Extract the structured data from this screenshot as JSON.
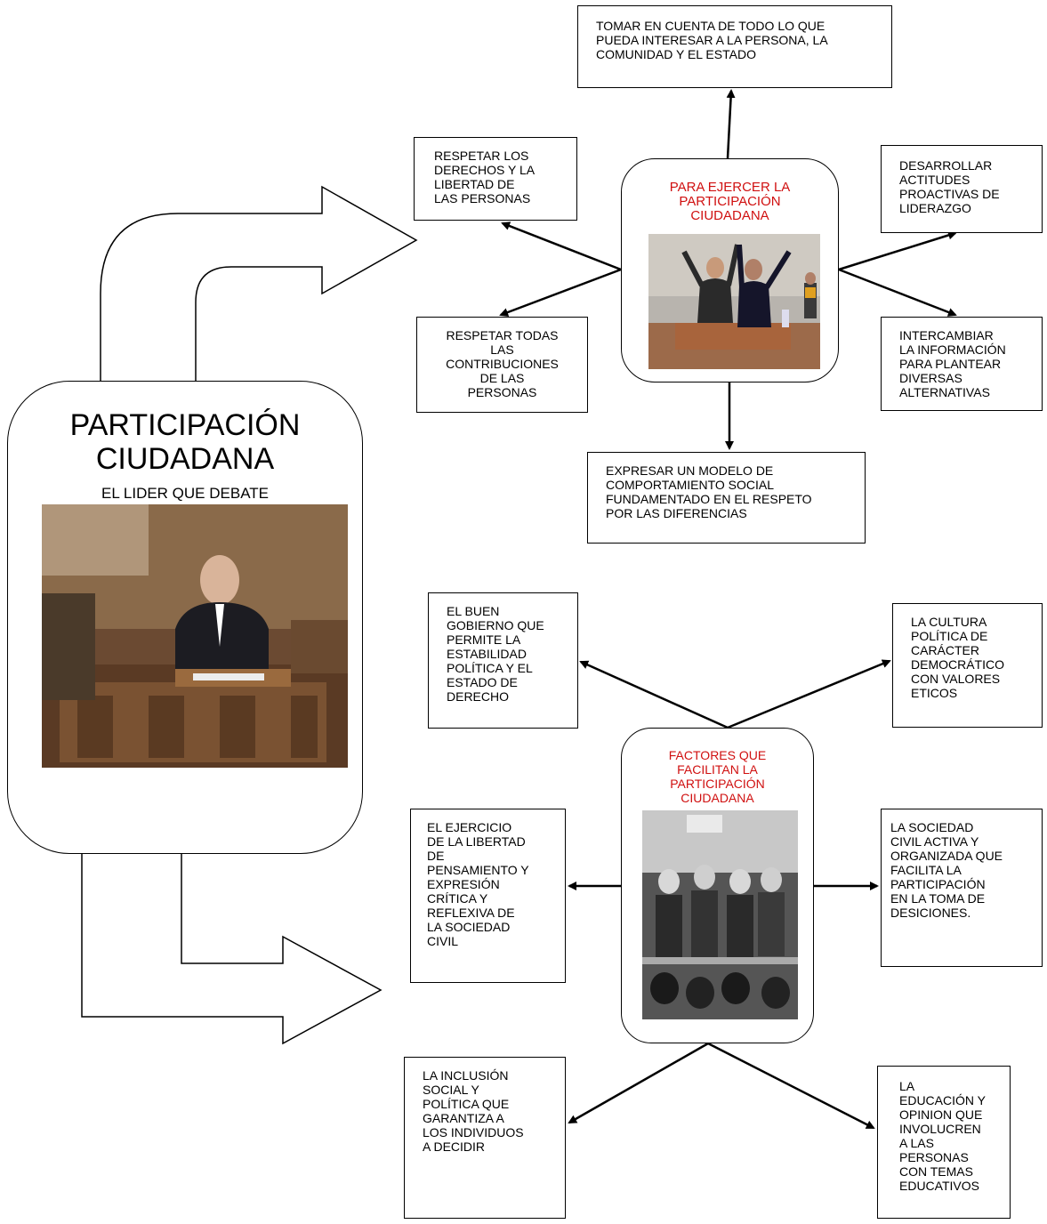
{
  "main_node": {
    "title": "PARTICIPACIÓN\nCIUDADANA",
    "subtitle": "EL LIDER  QUE DEBATE"
  },
  "top_center": {
    "title": "PARA EJERCER LA\nPARTICIPACIÓN\nCIUDADANA"
  },
  "bottom_center": {
    "title": "FACTORES QUE\nFACILITAN LA\nPARTICIPACIÓN\nCIUDADANA"
  },
  "top_boxes": {
    "top": "TOMAR EN CUENTA DE TODO LO QUE\nPUEDA INTERESAR A LA PERSONA, LA\nCOMUNIDAD  Y EL ESTADO",
    "upper_left": "RESPETAR LOS\nDERECHOS Y LA\nLIBERTAD DE\nLAS PERSONAS",
    "upper_right": "DESARROLLAR\nACTITUDES\nPROACTIVAS DE\nLIDERAZGO",
    "lower_left": "RESPETAR  TODAS\nLAS\nCONTRIBUCIONES\nDE  LAS\nPERSONAS",
    "lower_right": "INTERCAMBIAR\nLA INFORMACIÓN\nPARA PLANTEAR\nDIVERSAS\nALTERNATIVAS",
    "bottom": "EXPRESAR UN MODELO DE\nCOMPORTAMIENTO SOCIAL\nFUNDAMENTADO EN EL RESPETO\nPOR LAS DIFERENCIAS"
  },
  "bottom_boxes": {
    "upper_left": "EL BUEN\nGOBIERNO QUE\nPERMITE LA\nESTABILIDAD\nPOLÍTICA Y EL\nESTADO DE\nDERECHO",
    "upper_right": "LA CULTURA\nPOLÍTICA  DE\nCARÁCTER\nDEMOCRÁTICO\nCON  VALORES\nETICOS",
    "middle_left": "EL EJERCICIO\nDE LA LIBERTAD\nDE\nPENSAMIENTO Y\nEXPRESIÓN\nCRÍTICA Y\nREFLEXIVA DE\nLA SOCIEDAD\nCIVIL",
    "middle_right": "LA SOCIEDAD\nCIVIL ACTIVA Y\nORGANIZADA QUE\nFACILITA LA\nPARTICIPACIÓN\nEN LA TOMA  DE\nDESICIONES.",
    "lower_left": "LA INCLUSIÓN\nSOCIAL Y\nPOLÍTICA QUE\nGARANTIZA  A\nLOS INDIVIDUOS\nA DECIDIR",
    "lower_right": "LA\nEDUCACIÓN Y\nOPINION  QUE\nINVOLUCREN\nA LAS\nPERSONAS\nCON TEMAS\nEDUCATIVOS"
  },
  "colors": {
    "accent_red": "#d01010",
    "line": "#000000"
  }
}
